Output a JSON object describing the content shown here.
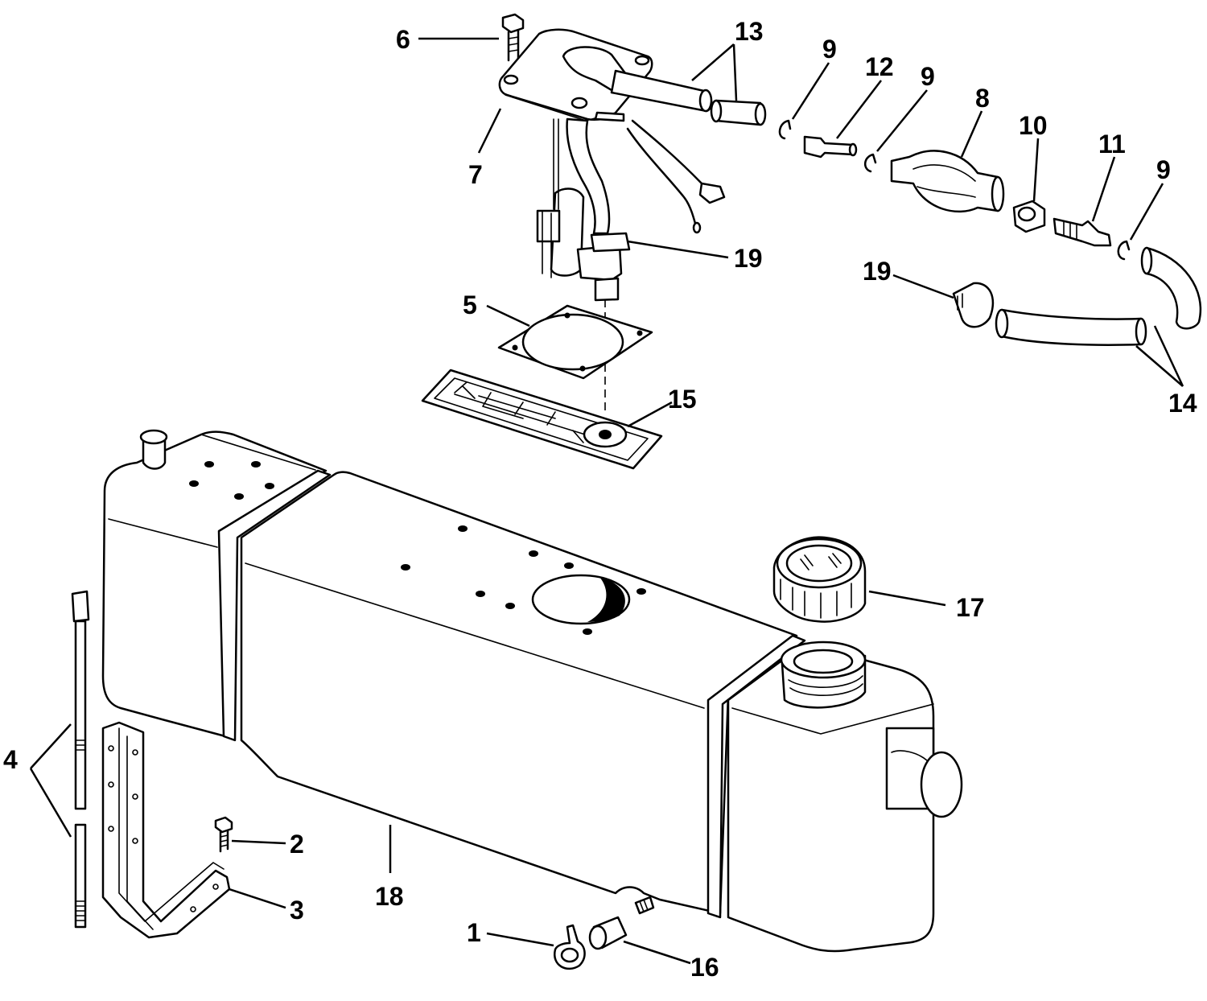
{
  "callouts": {
    "c1": "1",
    "c2": "2",
    "c3": "3",
    "c4": "4",
    "c5": "5",
    "c6": "6",
    "c7": "7",
    "c8": "8",
    "c9a": "9",
    "c9b": "9",
    "c9c": "9",
    "c10": "10",
    "c11": "11",
    "c12": "12",
    "c13": "13",
    "c14": "14",
    "c15": "15",
    "c16": "16",
    "c17": "17",
    "c18": "18",
    "c19a": "19",
    "c19b": "19"
  }
}
